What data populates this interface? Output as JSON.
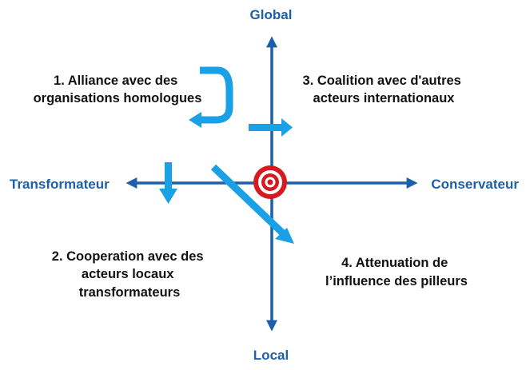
{
  "axes": {
    "top": "Global",
    "bottom": "Local",
    "left": "Transformateur",
    "right": "Conservateur"
  },
  "quadrants": [
    {
      "lines": [
        "1. Alliance avec des",
        "organisations homologues"
      ]
    },
    {
      "lines": [
        "2. Cooperation avec des",
        "acteurs locaux",
        "transformateurs"
      ]
    },
    {
      "lines": [
        "3. Coalition avec d'autres",
        "acteurs internationaux"
      ]
    },
    {
      "lines": [
        "4. Attenuation de",
        "l’influence des pilleurs"
      ]
    }
  ],
  "colors": {
    "axis": "#1d5fa8",
    "arrow": "#1aa0e6",
    "target_red": "#d71920",
    "text": "#111111"
  },
  "icons": [
    "target-icon",
    "u-turn-arrow-icon",
    "right-arrow-icon",
    "down-arrow-icon",
    "diagonal-arrow-icon"
  ]
}
